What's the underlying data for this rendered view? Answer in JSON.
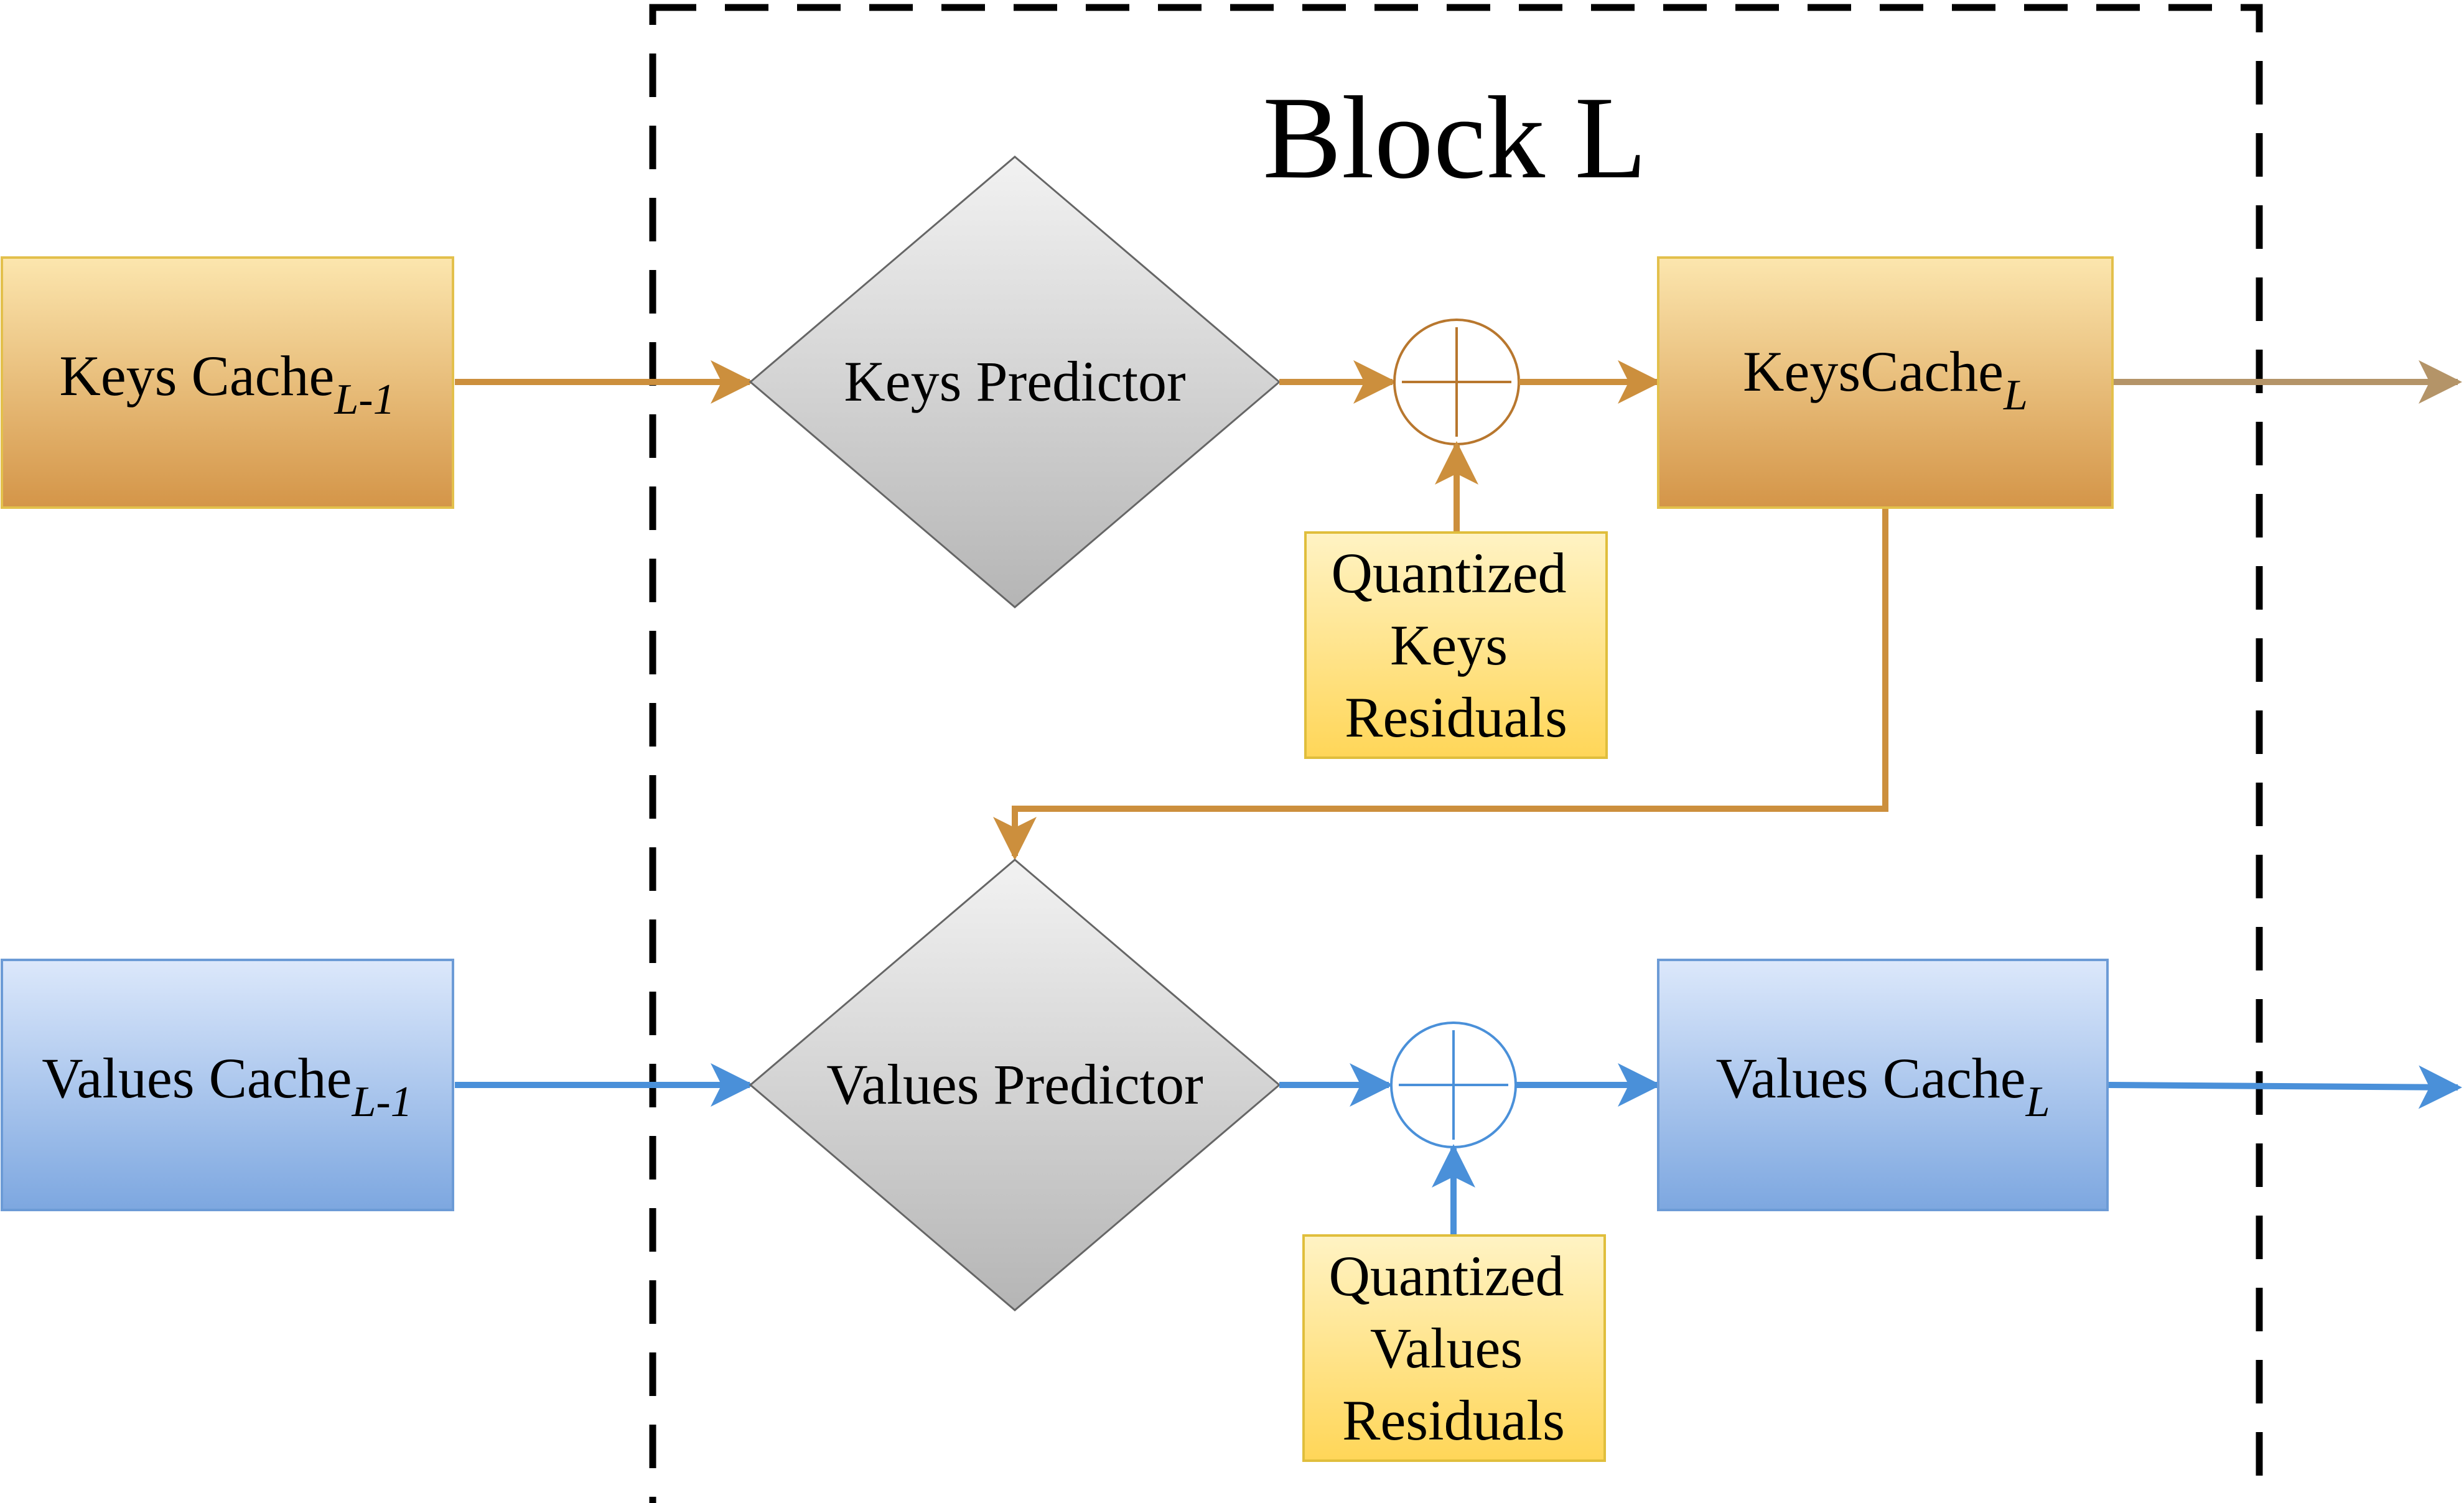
{
  "block": {
    "title": "Block L"
  },
  "keys": {
    "input": {
      "main": "Keys Cache",
      "sub": "L-1"
    },
    "predictor": "Keys Predictor",
    "residuals": [
      "Quantized",
      "Keys",
      "Residuals"
    ],
    "output": {
      "main": "KeysCache",
      "sub": "L"
    },
    "plus_symbol": "+"
  },
  "values": {
    "input": {
      "main": "Values Cache",
      "sub": "L-1"
    },
    "predictor": "Values Predictor",
    "residuals": [
      "Quantized",
      "Values",
      "Residuals"
    ],
    "output": {
      "main": "Values Cache",
      "sub": "L"
    },
    "plus_symbol": "+"
  },
  "colors": {
    "keys_flow": "#CC8F3D",
    "values_flow": "#4A90D9",
    "keys_box_top": "#FCE6AE",
    "keys_box_bottom": "#D49548",
    "values_box_top": "#DCE8FB",
    "values_box_bottom": "#7DA7E0",
    "residual_top": "#FFF3C4",
    "residual_bottom": "#FFD658",
    "predictor_top": "#F2F2F2",
    "predictor_bottom": "#B5B5B5"
  }
}
